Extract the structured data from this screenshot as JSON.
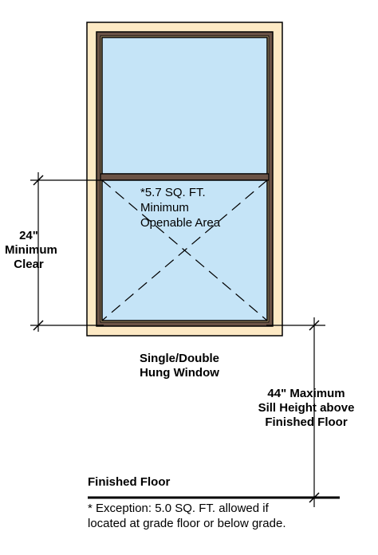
{
  "area_note": {
    "line1": "*5.7 SQ. FT.",
    "line2": "Minimum",
    "line3": "Openable Area"
  },
  "clear_dim": {
    "line1": "24\"",
    "line2": "Minimum",
    "line3": "Clear"
  },
  "window_label": {
    "line1": "Single/Double",
    "line2": "Hung Window"
  },
  "sill_dim": {
    "line1": "44\" Maximum",
    "line2": "Sill Height above",
    "line3": "Finished Floor"
  },
  "floor_label": "Finished Floor",
  "footnote": {
    "line1": "* Exception: 5.0 SQ. FT. allowed if",
    "line2": "located at grade floor or below grade."
  },
  "colors": {
    "frame_fill": "#fde9c4",
    "sash_brown": "#6b5346",
    "glass": "#c5e4f7",
    "line": "#000000"
  }
}
